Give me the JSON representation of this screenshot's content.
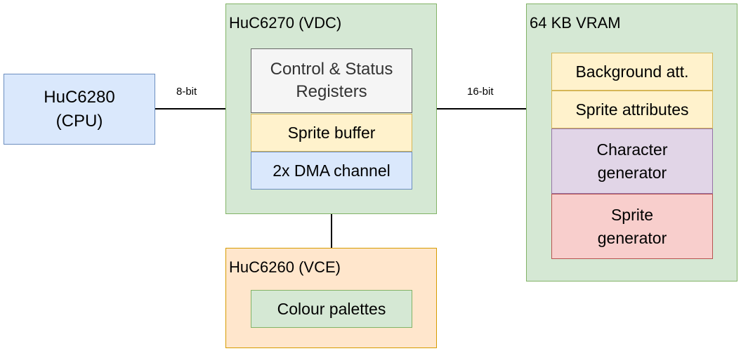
{
  "cpu": {
    "line1": "HuC6280",
    "line2": "(CPU)"
  },
  "vdc": {
    "title": "HuC6270 (VDC)",
    "registers_line1": "Control & Status",
    "registers_line2": "Registers",
    "sprite_buffer": "Sprite buffer",
    "dma": "2x DMA channel"
  },
  "vce": {
    "title": "HuC6260 (VCE)",
    "palettes": "Colour palettes"
  },
  "vram": {
    "title": "64 KB VRAM",
    "background": "Background att.",
    "sprite_attributes": "Sprite attributes",
    "char_line1": "Character",
    "char_line2": "generator",
    "sprite_line1": "Sprite",
    "sprite_line2": "generator"
  },
  "links": {
    "cpu_vdc": "8-bit",
    "vdc_vram": "16-bit"
  }
}
